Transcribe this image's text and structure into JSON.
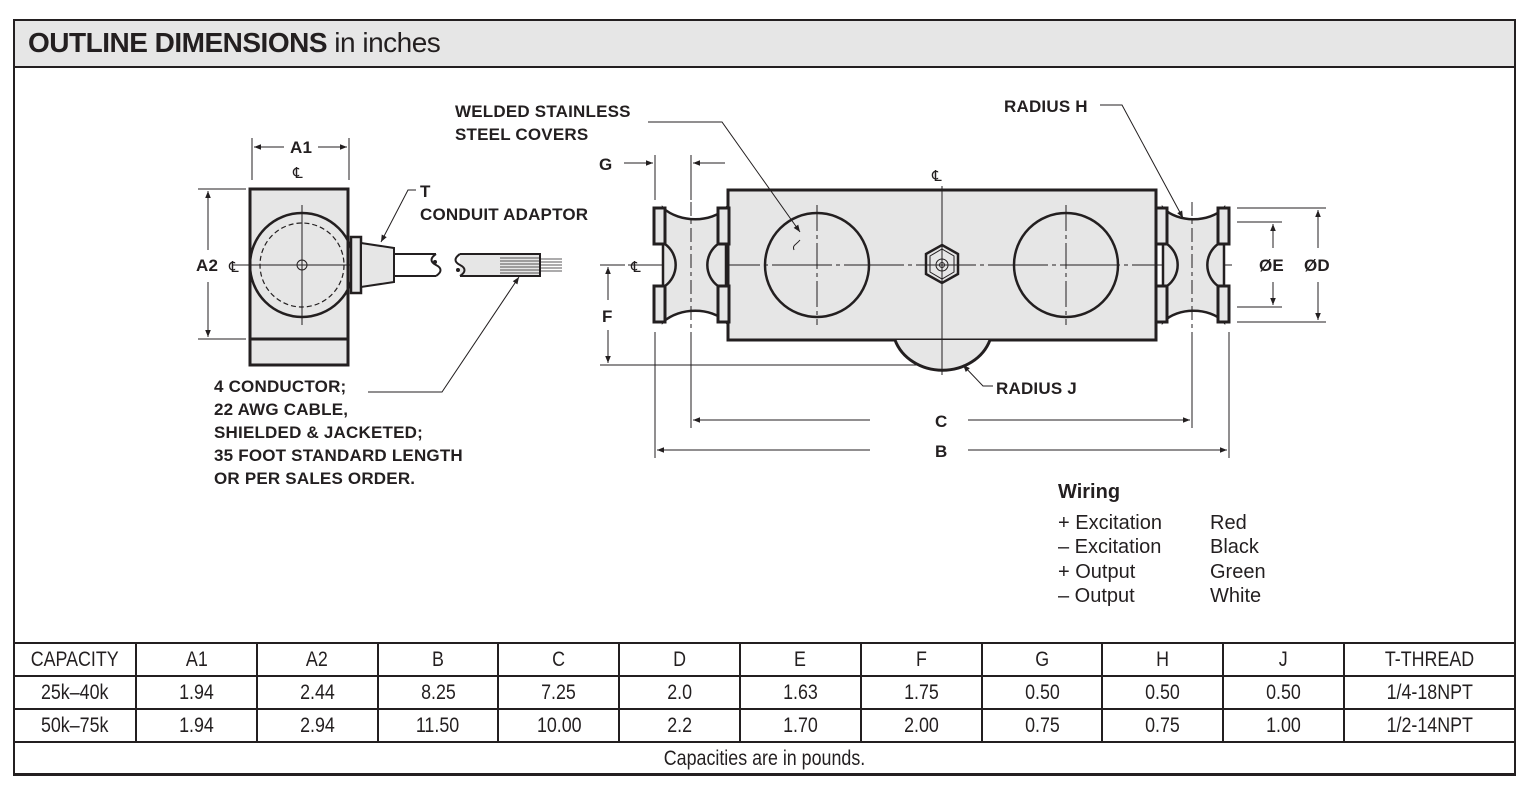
{
  "header": {
    "title_bold": "OUTLINE DIMENSIONS",
    "title_regular": "in inches"
  },
  "diagram_labels": {
    "a1": "A1",
    "a2": "A2",
    "centerline": "CL",
    "t_label": "T",
    "conduit_adaptor": "CONDUIT ADAPTOR",
    "welded_line1": "WELDED STAINLESS",
    "welded_line2": "STEEL COVERS",
    "g": "G",
    "f": "F",
    "radius_h": "RADIUS H",
    "radius_j": "RADIUS J",
    "dia_e": "ØE",
    "dia_d": "ØD",
    "c": "C",
    "b": "B",
    "cable_note": [
      "4 CONDUCTOR;",
      "22 AWG CABLE,",
      "SHIELDED & JACKETED;",
      "35 FOOT STANDARD LENGTH",
      "OR PER SALES ORDER."
    ]
  },
  "wiring": {
    "title": "Wiring",
    "rows": [
      {
        "function": "+ Excitation",
        "color": "Red"
      },
      {
        "function": "– Excitation",
        "color": "Black"
      },
      {
        "function": "+ Output",
        "color": "Green"
      },
      {
        "function": "– Output",
        "color": "White"
      }
    ]
  },
  "table": {
    "headers": [
      "CAPACITY",
      "A1",
      "A2",
      "B",
      "C",
      "D",
      "E",
      "F",
      "G",
      "H",
      "J",
      "T-THREAD"
    ],
    "rows": [
      [
        "25k–40k",
        "1.94",
        "2.44",
        "8.25",
        "7.25",
        "2.0",
        "1.63",
        "1.75",
        "0.50",
        "0.50",
        "0.50",
        "1/4-18NPT"
      ],
      [
        "50k–75k",
        "1.94",
        "2.94",
        "11.50",
        "10.00",
        "2.2",
        "1.70",
        "2.00",
        "0.75",
        "0.75",
        "1.00",
        "1/2-14NPT"
      ]
    ],
    "note": "Capacities are in pounds."
  },
  "colors": {
    "ink": "#231f20",
    "fill": "#e6e6e6",
    "background": "#ffffff"
  }
}
